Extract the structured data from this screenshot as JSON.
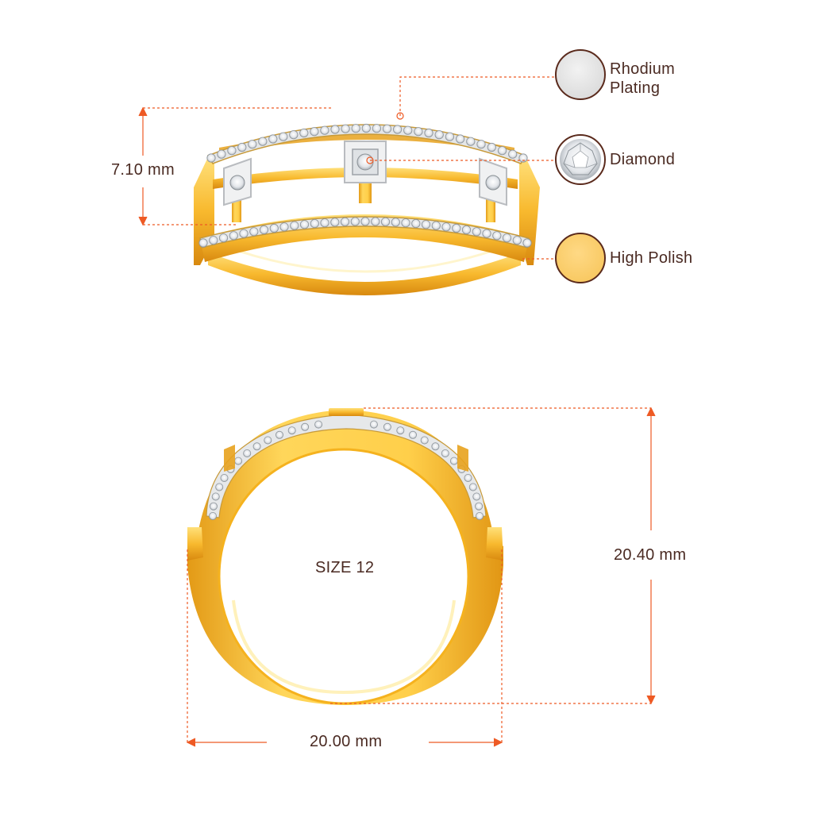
{
  "legend": [
    {
      "label_line1": "Rhodium",
      "label_line2": "Plating",
      "swatch_fill": "#e6e6e6",
      "icon": "rhodium-swatch"
    },
    {
      "label_line1": "Diamond",
      "label_line2": "",
      "swatch_fill": "#ffffff",
      "icon": "diamond-swatch"
    },
    {
      "label_line1": "High Polish",
      "label_line2": "",
      "swatch_fill": "#fbd072",
      "icon": "gold-swatch"
    }
  ],
  "dimensions": {
    "band_height": "7.10 mm",
    "ring_height": "20.40 mm",
    "ring_width": "20.00 mm"
  },
  "ring_size": "SIZE 12",
  "colors": {
    "dimension_line": "#ee5a24",
    "text": "#4a2a22",
    "swatch_border": "#5a2a1c",
    "gold_light": "#ffd35c",
    "gold_mid": "#f6b12a",
    "gold_dark": "#d58a10",
    "white_gold": "#eef0f2"
  }
}
